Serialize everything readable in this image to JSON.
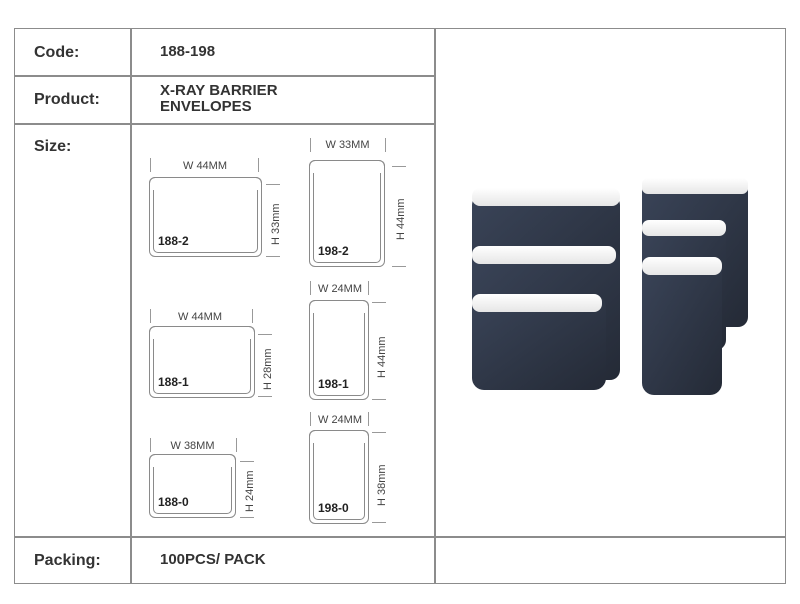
{
  "rows": {
    "code": {
      "label": "Code:",
      "value": "188-198"
    },
    "product": {
      "label": "Product:",
      "value_line1": "X-RAY BARRIER",
      "value_line2": "ENVELOPES"
    },
    "size": {
      "label": "Size:"
    },
    "packing": {
      "label": "Packing:",
      "value": "100PCS/ PACK"
    }
  },
  "envelopes": {
    "e1882": {
      "code": "188-2",
      "width": "W 44MM",
      "height": "H 33mm"
    },
    "e1982": {
      "code": "198-2",
      "width": "W 33MM",
      "height": "H 44mm"
    },
    "e1881": {
      "code": "188-1",
      "width": "W 44MM",
      "height": "H 28mm"
    },
    "e1981": {
      "code": "198-1",
      "width": "W 24MM",
      "height": "H 44mm"
    },
    "e1880": {
      "code": "188-0",
      "width": "W 38MM",
      "height": "H 24mm"
    },
    "e1980": {
      "code": "198-0",
      "width": "W 24MM",
      "height": "H 38mm"
    }
  },
  "colors": {
    "envelope_dark": "#2f3747",
    "flap": "#f4f4f4",
    "border": "#8c8c8c"
  }
}
